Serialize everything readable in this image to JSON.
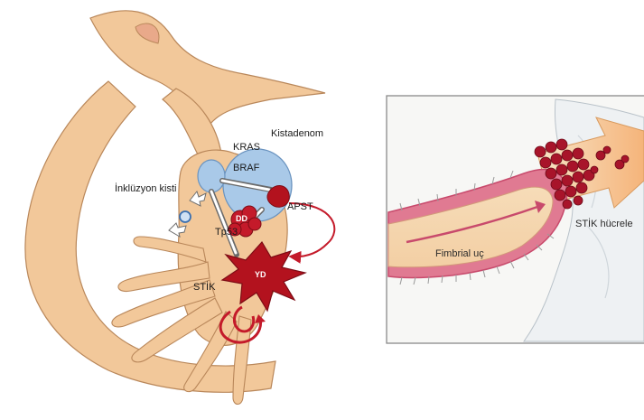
{
  "left_panel": {
    "labels": {
      "kistadenom": "Kistadenom",
      "kras": "KRAS",
      "braf": "BRAF",
      "apst": "APST",
      "dd": "DD",
      "yd": "YD",
      "tp53": "Tp53",
      "inkluzyon": "İnklüzyon kisti",
      "stik": "STİK"
    }
  },
  "right_panel": {
    "labels": {
      "fimbrial": "Fimbrial uç",
      "stik_cells": "STİK hücrele"
    }
  },
  "colors": {
    "tissue": "#f2c89a",
    "tissue_stroke": "#b9875a",
    "cyst_blue": "#a9c9e8",
    "tumor_red": "#b3121e",
    "dd_red": "#c41a2a",
    "tube_pink": "#e07a92",
    "tube_wall": "#c84a6c",
    "cell_red": "#a8142a",
    "arrow_fill": "#f7c99a"
  }
}
